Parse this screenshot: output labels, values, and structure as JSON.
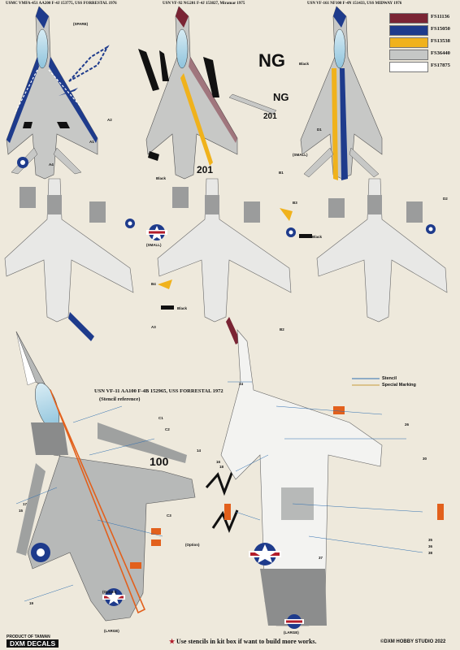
{
  "captions": {
    "vmfa451": "USMC VMFA-451 AA200 F-4J 153775, USS FORRESTAL 1976",
    "vf92": "USN VF-92 NG201 F-4J 153827, Miramar 1975",
    "vf161": "USN VF-161 NF100 F-4N 151433, USS MIDWAY 1976",
    "vf11": "USN VF-11 AA100 F-4B 152965, USS FORRESTAL 1972",
    "stencil_ref": "(Stencil reference)"
  },
  "colors": [
    {
      "code": "FS11136",
      "hex": "#7a2434"
    },
    {
      "code": "FS15050",
      "hex": "#1e3b8c"
    },
    {
      "code": "FS13538",
      "hex": "#f0b21c"
    },
    {
      "code": "FS36440",
      "hex": "#c5c7c6"
    },
    {
      "code": "FS17875",
      "hex": "#ffffff"
    }
  ],
  "labels": {
    "spare": "(SPARE)",
    "black1": "Black",
    "black2": "Black",
    "black3": "Black",
    "black4": "Black",
    "small1": "(SMALL)",
    "small2": "(SMALL)",
    "large1": "(LARGE)",
    "large2": "(LARGE)",
    "option1": "(Option)",
    "option2": "(Option)",
    "ng1": "NG",
    "ng2": "NG",
    "n201a": "201",
    "n201b": "201",
    "n100": "100"
  },
  "legend": {
    "stencil": "Stencil",
    "special": "Special Marking",
    "stencil_color": "#2f6fb0",
    "special_color": "#c79a3a"
  },
  "callouts": [
    "A1",
    "A2",
    "A3",
    "A4",
    "B1",
    "B2",
    "B3",
    "B4",
    "D1",
    "D2",
    "C1",
    "C2",
    "C3",
    "14",
    "15",
    "16",
    "17",
    "18",
    "19",
    "24",
    "26",
    "30",
    "35",
    "36",
    "37",
    "38"
  ],
  "footer": {
    "made_in": "PRODUCT OF TAIWAN",
    "brand": "DXM DECALS",
    "note": "Use stencils in kit box if want to build more works.",
    "copyright": "©DXM HOBBY STUDIO 2022"
  }
}
